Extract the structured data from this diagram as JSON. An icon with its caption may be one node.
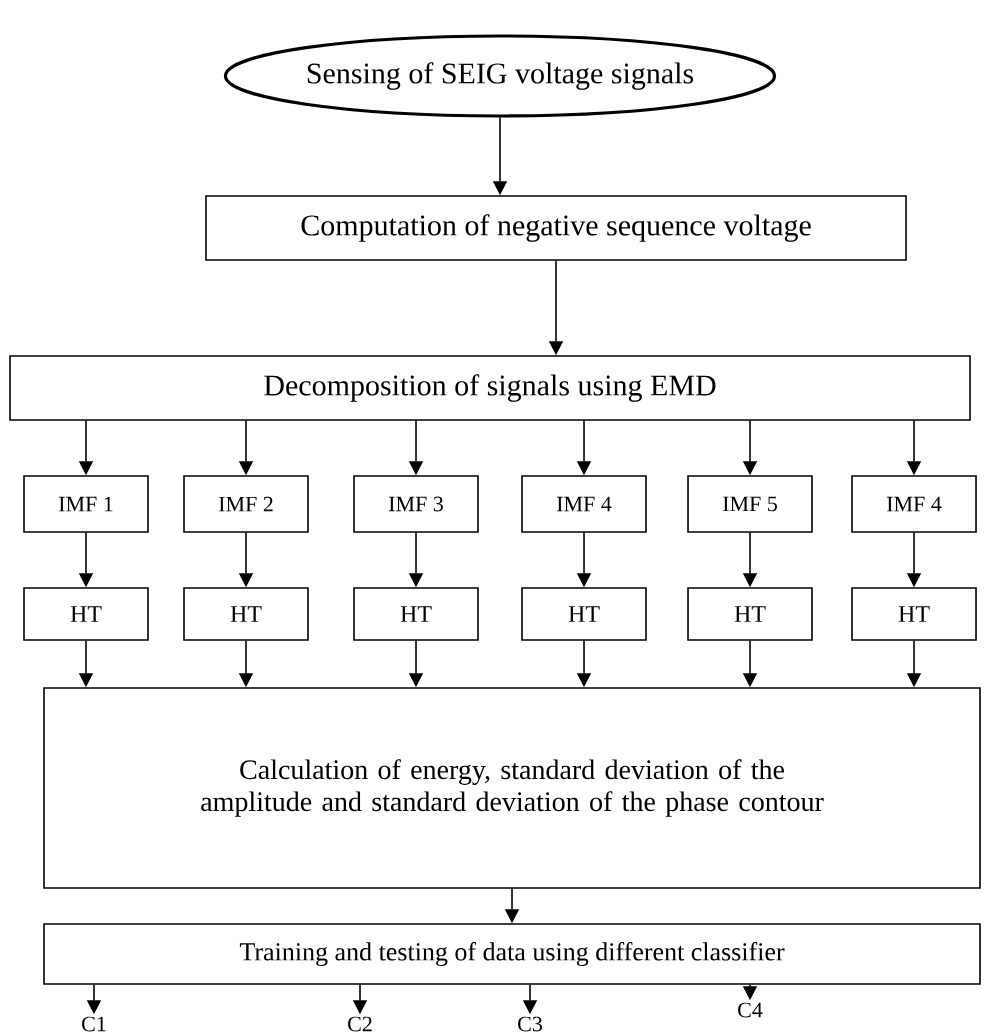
{
  "diagram": {
    "nodes": [
      {
        "text": [
          "Sensing of SEIG voltage signals"
        ]
      },
      {
        "text": [
          "Computation of negative sequence voltage"
        ]
      },
      {
        "text": [
          "Decomposition of signals using EMD"
        ]
      },
      {
        "text": [
          "IMF 1"
        ]
      },
      {
        "text": [
          "IMF 2"
        ]
      },
      {
        "text": [
          "IMF 3"
        ]
      },
      {
        "text": [
          "IMF 4"
        ]
      },
      {
        "text": [
          "IMF 5"
        ]
      },
      {
        "text": [
          "IMF 4"
        ]
      },
      {
        "text": [
          "HT"
        ]
      },
      {
        "text": [
          "HT"
        ]
      },
      {
        "text": [
          "HT"
        ]
      },
      {
        "text": [
          "HT"
        ]
      },
      {
        "text": [
          "HT"
        ]
      },
      {
        "text": [
          "HT"
        ]
      },
      {
        "text": [
          "Calculation of  energy, standard deviation of the amplitude and standard deviation of the phase contour"
        ]
      },
      {
        "text": [
          "Training and testing of data using different classifier"
        ]
      },
      {
        "text": [
          "C1"
        ]
      },
      {
        "text": [
          "C2"
        ]
      },
      {
        "text": [
          "C3"
        ]
      },
      {
        "text": [
          "C4"
        ]
      }
    ],
    "edges": [
      {
        "from": 0,
        "to": 1,
        "arrow": "to"
      },
      {
        "from": 1,
        "to": 2,
        "arrow": "to"
      },
      {
        "from": 2,
        "to": 3,
        "arrow": "to"
      },
      {
        "from": 2,
        "to": 4,
        "arrow": "to"
      },
      {
        "from": 2,
        "to": 5,
        "arrow": "to"
      },
      {
        "from": 2,
        "to": 6,
        "arrow": "to"
      },
      {
        "from": 2,
        "to": 7,
        "arrow": "to"
      },
      {
        "from": 2,
        "to": 8,
        "arrow": "to"
      },
      {
        "from": 3,
        "to": 9,
        "arrow": "to"
      },
      {
        "from": 4,
        "to": 10,
        "arrow": "to"
      },
      {
        "from": 5,
        "to": 11,
        "arrow": "to"
      },
      {
        "from": 6,
        "to": 12,
        "arrow": "to"
      },
      {
        "from": 7,
        "to": 13,
        "arrow": "to"
      },
      {
        "from": 8,
        "to": 14,
        "arrow": "to"
      },
      {
        "from": 9,
        "to": 15,
        "arrow": "to"
      },
      {
        "from": 10,
        "to": 15,
        "arrow": "to"
      },
      {
        "from": 11,
        "to": 15,
        "arrow": "to"
      },
      {
        "from": 12,
        "to": 15,
        "arrow": "to"
      },
      {
        "from": 13,
        "to": 15,
        "arrow": "to"
      },
      {
        "from": 14,
        "to": 15,
        "arrow": "to"
      },
      {
        "from": 15,
        "to": 16,
        "arrow": "to"
      },
      {
        "from": 16,
        "to": 17,
        "arrow": "to"
      },
      {
        "from": 16,
        "to": 18,
        "arrow": "to"
      },
      {
        "from": 16,
        "to": 19,
        "arrow": "to"
      },
      {
        "from": 16,
        "to": 20,
        "arrow": "to"
      }
    ]
  }
}
